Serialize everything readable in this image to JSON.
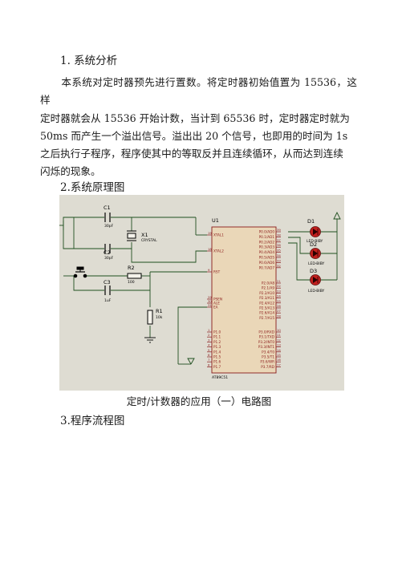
{
  "section1": {
    "heading": "1. 系统分析"
  },
  "paragraph": {
    "lines": [
      "本系统对定时器预先进行置数。将定时器初始值置为 15536，这样",
      "定时器就会从 15536 开始计数，当计到 65536 时，定时器定时就为",
      "50ms 而产生一个溢出信号。溢出出 20 个信号，也即用的时间为 1s",
      "之后执行子程序，程序使其中的等取反并且连续循环，从而达到连续",
      "闪烁的现象。"
    ]
  },
  "section2": {
    "heading": "2.系统原理图"
  },
  "figure": {
    "caption": "定时/计数器的应用（一）电路图"
  },
  "section3": {
    "heading": "3.程序流程图"
  },
  "circuit": {
    "components": {
      "c1": {
        "ref": "C1",
        "value": "30pF"
      },
      "x1": {
        "ref": "X1",
        "value": "CRYSTAL"
      },
      "c2": {
        "ref": "C2",
        "value": "30pF"
      },
      "r2": {
        "ref": "R2",
        "value": "100"
      },
      "c3": {
        "ref": "C3",
        "value": "1uF"
      },
      "r1": {
        "ref": "R1",
        "value": "10k"
      },
      "u1": {
        "ref": "U1",
        "value": "AT89C51"
      },
      "d1": {
        "ref": "D1",
        "value": "LED-BIBY"
      },
      "d2": {
        "ref": "D2",
        "value": "LED-BIBY"
      },
      "d3": {
        "ref": "D3",
        "value": "LED-BIBY"
      }
    },
    "chip_left": [
      {
        "num": "19",
        "name": "XTAL1"
      },
      {
        "num": "18",
        "name": "XTAL2"
      },
      {
        "num": "9",
        "name": "RST"
      },
      {
        "num": "29",
        "name": "PSEN"
      },
      {
        "num": "30",
        "name": "ALE"
      },
      {
        "num": "31",
        "name": "EA"
      }
    ],
    "chip_p1": [
      {
        "num": "1",
        "name": "P1.0"
      },
      {
        "num": "2",
        "name": "P1.1"
      },
      {
        "num": "3",
        "name": "P1.2"
      },
      {
        "num": "4",
        "name": "P1.3"
      },
      {
        "num": "5",
        "name": "P1.4"
      },
      {
        "num": "6",
        "name": "P1.5"
      },
      {
        "num": "7",
        "name": "P1.6"
      },
      {
        "num": "8",
        "name": "P1.7"
      }
    ],
    "chip_p0": [
      {
        "num": "39",
        "name": "P0.0/AD0"
      },
      {
        "num": "38",
        "name": "P0.1/AD1"
      },
      {
        "num": "37",
        "name": "P0.2/AD2"
      },
      {
        "num": "36",
        "name": "P0.3/AD3"
      },
      {
        "num": "35",
        "name": "P0.4/AD4"
      },
      {
        "num": "34",
        "name": "P0.5/AD5"
      },
      {
        "num": "33",
        "name": "P0.6/AD6"
      },
      {
        "num": "32",
        "name": "P0.7/AD7"
      }
    ],
    "chip_p2": [
      {
        "num": "21",
        "name": "P2.0/A8"
      },
      {
        "num": "22",
        "name": "P2.1/A9"
      },
      {
        "num": "23",
        "name": "P2.2/A10"
      },
      {
        "num": "24",
        "name": "P2.3/A11"
      },
      {
        "num": "25",
        "name": "P2.4/A12"
      },
      {
        "num": "26",
        "name": "P2.5/A13"
      },
      {
        "num": "27",
        "name": "P2.6/A14"
      },
      {
        "num": "28",
        "name": "P2.7/A15"
      }
    ],
    "chip_p3": [
      {
        "num": "10",
        "name": "P3.0/RXD"
      },
      {
        "num": "11",
        "name": "P3.1/TXD"
      },
      {
        "num": "12",
        "name": "P3.2/INT0"
      },
      {
        "num": "13",
        "name": "P3.3/INT1"
      },
      {
        "num": "14",
        "name": "P3.4/T0"
      },
      {
        "num": "15",
        "name": "P3.5/T1"
      },
      {
        "num": "16",
        "name": "P3.6/WR"
      },
      {
        "num": "17",
        "name": "P3.7/RD"
      }
    ],
    "colors": {
      "background": "#dedcd2",
      "wire": "#1f4f1f",
      "component": "#000000",
      "chip_fill": "#ead7b8",
      "chip_border": "#8a1a1a",
      "pin_text": "#8a1a1a",
      "led": "#c0201e"
    }
  }
}
